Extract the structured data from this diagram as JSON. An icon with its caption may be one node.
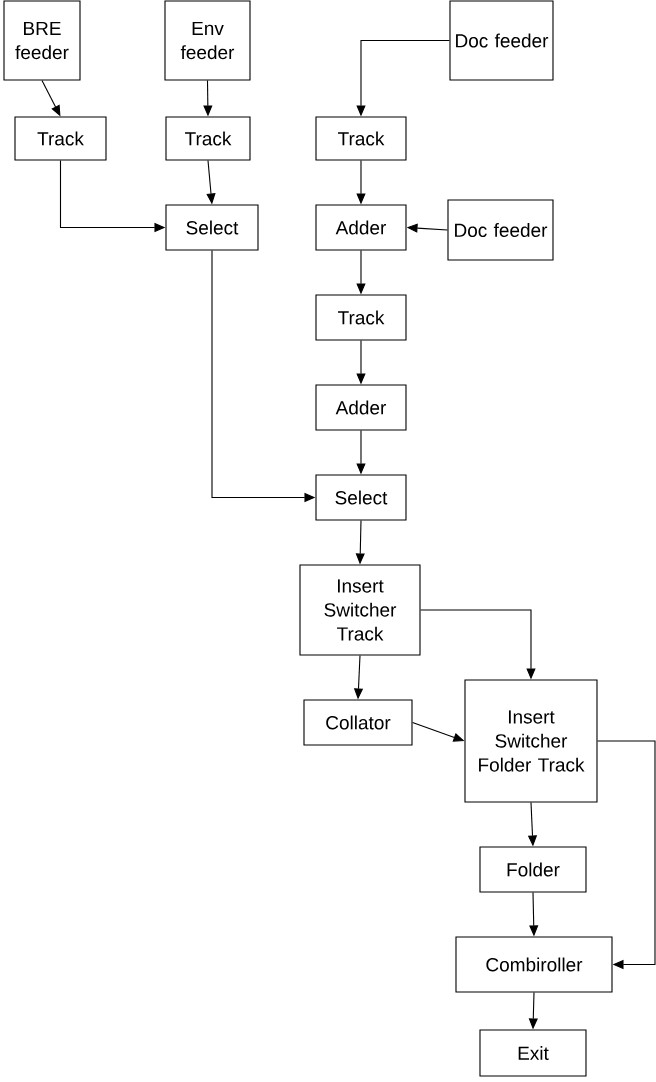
{
  "diagram": {
    "nodes": [
      {
        "text": [
          "BRE feeder"
        ]
      },
      {
        "text": [
          "Env feeder"
        ]
      },
      {
        "text": [
          "Doc feeder"
        ]
      },
      {
        "text": [
          "Track"
        ]
      },
      {
        "text": [
          "Track"
        ]
      },
      {
        "text": [
          "Track"
        ]
      },
      {
        "text": [
          "Select"
        ]
      },
      {
        "text": [
          "Adder"
        ]
      },
      {
        "text": [
          "Doc feeder"
        ]
      },
      {
        "text": [
          "Track"
        ]
      },
      {
        "text": [
          "Adder"
        ]
      },
      {
        "text": [
          "Select"
        ]
      },
      {
        "text": [
          "Insert Switcher Track"
        ]
      },
      {
        "text": [
          "Collator"
        ]
      },
      {
        "text": [
          "Insert Switcher Folder Track"
        ]
      },
      {
        "text": [
          "Folder"
        ]
      },
      {
        "text": [
          "Combiroller"
        ]
      },
      {
        "text": [
          "Exit"
        ]
      }
    ],
    "edges": [
      {
        "from": 0,
        "to": 3,
        "arrow": "to"
      },
      {
        "from": 1,
        "to": 4,
        "arrow": "to"
      },
      {
        "from": 2,
        "to": 5,
        "arrow": "to"
      },
      {
        "from": 3,
        "to": 6,
        "arrow": "to"
      },
      {
        "from": 4,
        "to": 6,
        "arrow": "to"
      },
      {
        "from": 5,
        "to": 7,
        "arrow": "to"
      },
      {
        "from": 8,
        "to": 7,
        "arrow": "to"
      },
      {
        "from": 7,
        "to": 9,
        "arrow": "to"
      },
      {
        "from": 9,
        "to": 10,
        "arrow": "to"
      },
      {
        "from": 10,
        "to": 11,
        "arrow": "to"
      },
      {
        "from": 6,
        "to": 11,
        "arrow": "to"
      },
      {
        "from": 11,
        "to": 12,
        "arrow": "to"
      },
      {
        "from": 12,
        "to": 14,
        "arrow": "to"
      },
      {
        "from": 12,
        "to": 13,
        "arrow": "to"
      },
      {
        "from": 13,
        "to": 14,
        "arrow": "to"
      },
      {
        "from": 14,
        "to": 16,
        "arrow": "to"
      },
      {
        "from": 14,
        "to": 15,
        "arrow": "to"
      },
      {
        "from": 15,
        "to": 16,
        "arrow": "to"
      },
      {
        "from": 16,
        "to": 17,
        "arrow": "to"
      }
    ]
  }
}
